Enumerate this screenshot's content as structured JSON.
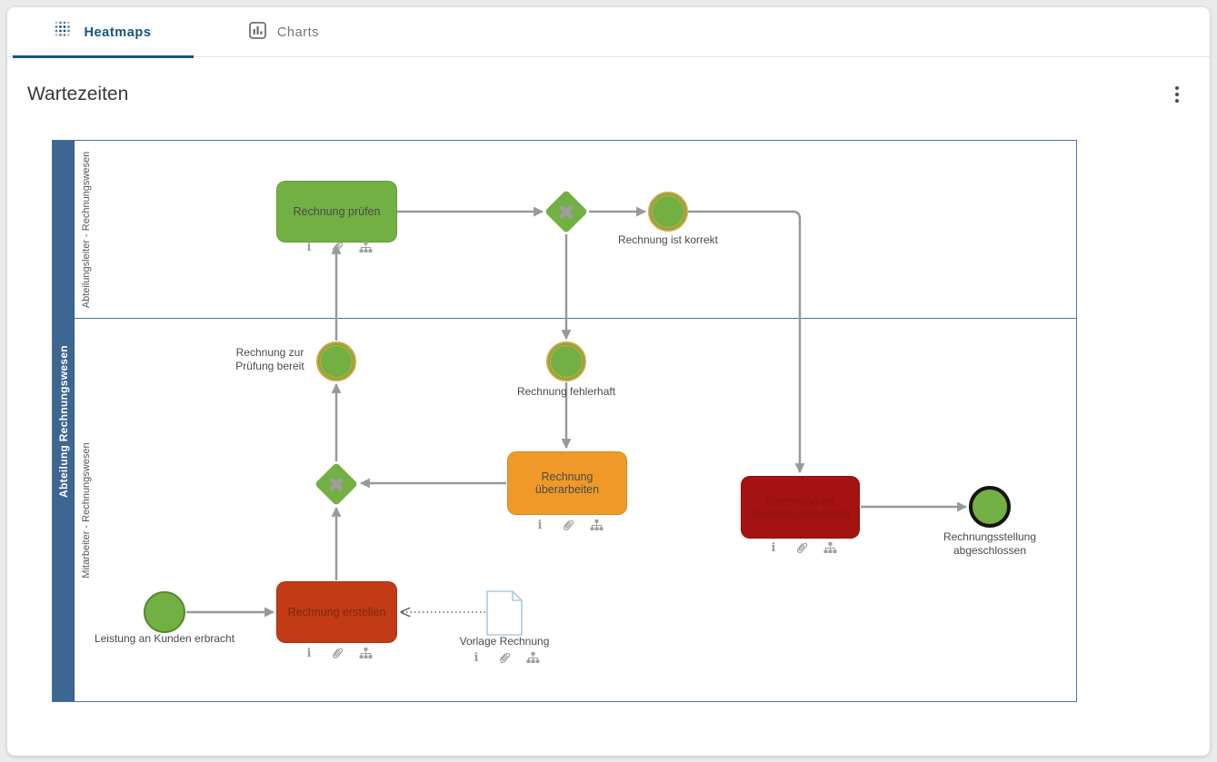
{
  "tabs": [
    {
      "label": "Heatmaps",
      "active": true
    },
    {
      "label": "Charts",
      "active": false
    }
  ],
  "page": {
    "title": "Wartezeiten"
  },
  "icons": {
    "info_glyph": "i",
    "attachment": "paperclip",
    "hierarchy": "sitemap",
    "menu": "kebab-vertical-dots",
    "heatmaps_tab": "dot-grid",
    "charts_tab": "bar-chart"
  },
  "colors": {
    "accent_blue": "#15537e",
    "tab_inactive_gray": "#757575",
    "pool_bar_blue": "#3d6690",
    "pool_border_blue": "#4a74a8",
    "task_green": "#72b043",
    "task_orange": "#ef9a28",
    "task_red": "#c23a16",
    "task_dark_red": "#a51212",
    "event_ring_orange": "#dc9f3f",
    "start_event_border": "#55892e",
    "end_event_border": "#141414",
    "connector_gray": "#999999",
    "icon_gray": "#9e9e9e"
  },
  "diagram": {
    "pool_label": "Abteilung Rechnungswesen",
    "lanes": [
      {
        "label": "Abteilungsleiter - Rechnungswesen"
      },
      {
        "label": "Mitarbeiter - Rechnungswesen"
      }
    ],
    "tasks": [
      {
        "label": "Rechnung prüfen",
        "color": "#72b043",
        "text_color": "#4a4a4a"
      },
      {
        "label": "Rechnung überarbeiten",
        "color": "#ef9a28",
        "text_color": "#4a4a4a"
      },
      {
        "label": "Rechnung erstellen",
        "color": "#c23a16",
        "text_color": "#7a2a10"
      },
      {
        "label": "Rechnung an Kunden übermitteln",
        "color": "#a51212",
        "text_color": "#8c1212"
      }
    ],
    "events": [
      {
        "label": "Rechnung ist korrekt",
        "type": "intermediate"
      },
      {
        "label": "Rechnung zur Prüfung bereit",
        "type": "intermediate"
      },
      {
        "label": "Rechnung fehlerhaft",
        "type": "intermediate"
      },
      {
        "label": "Leistung an Kunden erbracht",
        "type": "start"
      },
      {
        "label": "Rechnungsstellung abgeschlossen",
        "type": "end"
      }
    ],
    "gateways": [
      {
        "label": "exclusive-gateway-upper"
      },
      {
        "label": "exclusive-gateway-lower"
      }
    ],
    "data_objects": [
      {
        "label": "Vorlage Rechnung"
      }
    ]
  }
}
